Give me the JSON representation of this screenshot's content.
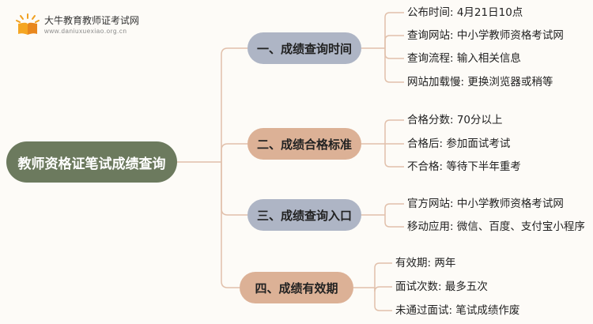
{
  "logo": {
    "icon": "open-book-logo-icon",
    "title": "大牛教育教师证考试网",
    "url": "www.daniuxuexiao.org.cn"
  },
  "root": {
    "label": "教师资格证笔试成绩查询"
  },
  "branches": [
    {
      "label": "一、成绩查询时间",
      "color": "#aeb5c5",
      "items": [
        "公布时间: 4月21日10点",
        "查询网站: 中小学教师资格考试网",
        "查询流程: 输入相关信息",
        "网站加载慢: 更换浏览器或稍等"
      ]
    },
    {
      "label": "二、成绩合格标准",
      "color": "#dcb196",
      "items": [
        "合格分数: 70分以上",
        "合格后: 参加面试考试",
        "不合格: 等待下半年重考"
      ]
    },
    {
      "label": "三、成绩查询入口",
      "color": "#aeb5c5",
      "items": [
        "官方网站: 中小学教师资格考试网",
        "移动应用: 微信、百度、支付宝小程序"
      ]
    },
    {
      "label": "四、成绩有效期",
      "color": "#dcb196",
      "items": [
        "有效期: 两年",
        "面试次数: 最多五次",
        "未通过面试: 笔试成绩作废"
      ]
    }
  ],
  "colors": {
    "root": "#6c7a5e",
    "connector": "#e1c0ab",
    "background": "#fdfbf7"
  }
}
